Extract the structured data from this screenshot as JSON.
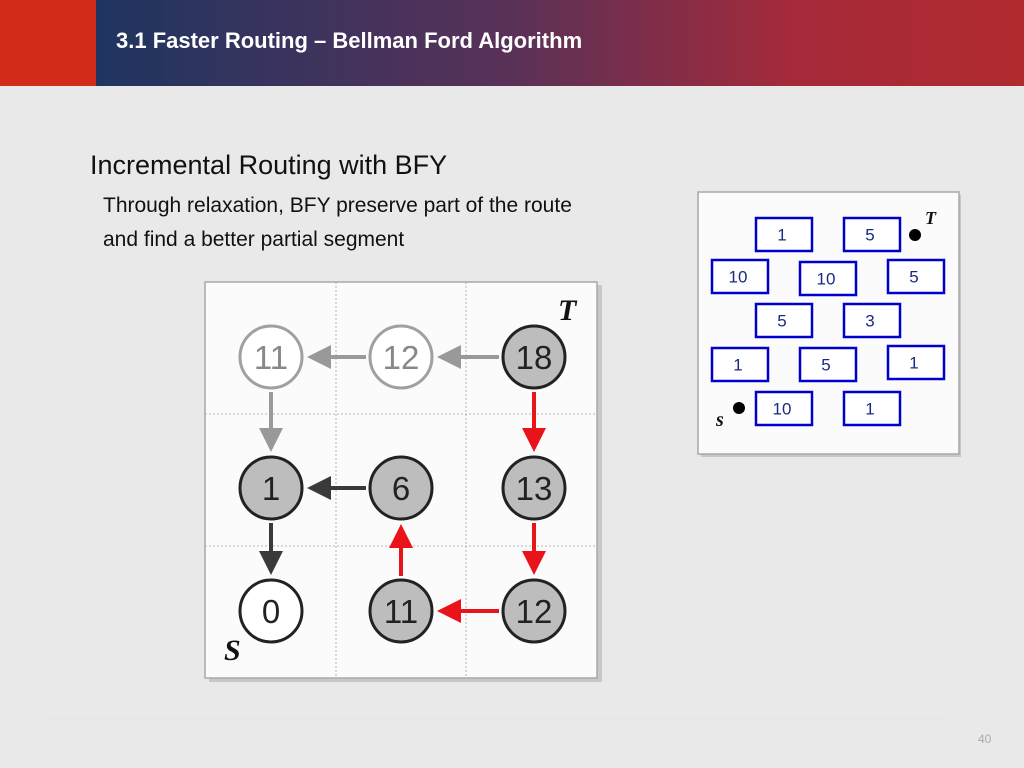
{
  "header": {
    "title": "3.1 Faster Routing – Bellman Ford Algorithm"
  },
  "content": {
    "heading": "Incremental Routing with BFY",
    "line1": "Through relaxation, BFY preserve part of the route",
    "line2": "and find a better partial segment"
  },
  "grid_figure": {
    "target_label": "T",
    "source_label": "S",
    "nodes": [
      {
        "id": "n00",
        "label": "11",
        "style": "faded"
      },
      {
        "id": "n01",
        "label": "12",
        "style": "faded"
      },
      {
        "id": "n02",
        "label": "18",
        "style": "gray"
      },
      {
        "id": "n10",
        "label": "1",
        "style": "gray"
      },
      {
        "id": "n11",
        "label": "6",
        "style": "gray"
      },
      {
        "id": "n12",
        "label": "13",
        "style": "gray"
      },
      {
        "id": "n20",
        "label": "0",
        "style": "white"
      },
      {
        "id": "n21",
        "label": "11",
        "style": "gray"
      },
      {
        "id": "n22",
        "label": "12",
        "style": "gray"
      }
    ],
    "edges": [
      {
        "from": "n02",
        "to": "n01",
        "color": "gray"
      },
      {
        "from": "n01",
        "to": "n00",
        "color": "gray"
      },
      {
        "from": "n00",
        "to": "n10",
        "color": "gray"
      },
      {
        "from": "n11",
        "to": "n10",
        "color": "dark"
      },
      {
        "from": "n10",
        "to": "n20",
        "color": "dark"
      },
      {
        "from": "n02",
        "to": "n12",
        "color": "red"
      },
      {
        "from": "n12",
        "to": "n22",
        "color": "red"
      },
      {
        "from": "n22",
        "to": "n21",
        "color": "red"
      },
      {
        "from": "n21",
        "to": "n11",
        "color": "red"
      }
    ]
  },
  "block_figure": {
    "target_label": "T",
    "source_label": "s",
    "boxes": [
      "1",
      "5",
      "10",
      "10",
      "5",
      "5",
      "3",
      "1",
      "5",
      "1",
      "10",
      "1"
    ]
  },
  "footer": {
    "page_number": "40"
  },
  "colors": {
    "red": "#e8141a",
    "gray_arrow": "#999999",
    "dark_arrow": "#3a3a3a",
    "node_gray": "#bdbdbd",
    "box_blue": "#0000cc"
  }
}
